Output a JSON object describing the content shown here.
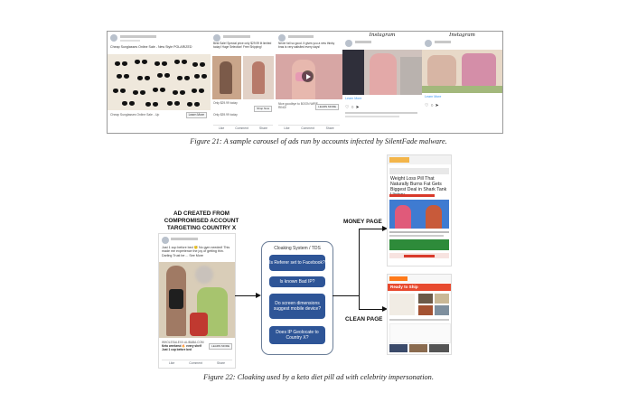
{
  "figure21": {
    "caption": "Figure 21: A sample carousel of ads run by accounts infected by SilentFade malware.",
    "ads": [
      {
        "text": "Cheap Sunglasses Online Sale - New Style POLARIZED",
        "footer": "Cheap Sunglasses Online Sale - Up",
        "cta": "Learn More"
      },
      {
        "text": "Best Sale! Special price only $29.99 lit limited today! Huge Selection! Free Shipping!",
        "price1": "Only $29.99 today",
        "price2": "Only $39.99 today",
        "cta": "Shop Now",
        "actions": [
          "Like",
          "Comment",
          "Share"
        ]
      },
      {
        "text": "Never fail so good. It gives you a new thinky bras is very satisfied every days!",
        "footer": "Nice goodbye to BOON WIRE RING!",
        "cta": "LEARN MORE",
        "actions": [
          "Like",
          "Comment",
          "Share"
        ]
      },
      {
        "title": "Instagram",
        "learn": "Learn More"
      },
      {
        "title": "Instagram",
        "learn": "Learn More"
      }
    ]
  },
  "figure22": {
    "caption": "Figure 22: Cloaking used by a keto diet pill ad with celebrity impersonation.",
    "ad_label": [
      "AD CREATED FROM",
      "COMPROMISED ACCOUNT",
      "TARGETING COUNTRY X"
    ],
    "post": {
      "text": "Just 1 cup before bed 😴 No gym needed! This made me experience the joy of getting thin. Darling Trust be ... See More",
      "footer": "WHOLESALEXX.ALIBABA.COM",
      "footer_text": "Keto weekend 🔥 every shelf Just 1 cup before bed",
      "cta": "LEARN MORE",
      "actions": [
        "Like",
        "Comment",
        "Share"
      ]
    },
    "cloaking": {
      "title": "Cloaking System / TDS",
      "checks": [
        "Is Referer set to Facebook?",
        "Is known Bad IP?",
        "Do screen dimensions suggest mobile device?",
        "Does IP Geolocate to Country X?"
      ]
    },
    "money_page": {
      "label": "MONEY PAGE",
      "headline": "Weight Loss Pill That Naturally Burns Fat Gets Biggest Deal in Shark Tank History"
    },
    "clean_page": {
      "label": "CLEAN PAGE",
      "banner": "Ready to Ship"
    }
  },
  "colors": {
    "tds_box": "#2e5597",
    "tds_border": "#6a7d97",
    "fb_blue": "#365899",
    "money_banner": "#d93a2b"
  }
}
